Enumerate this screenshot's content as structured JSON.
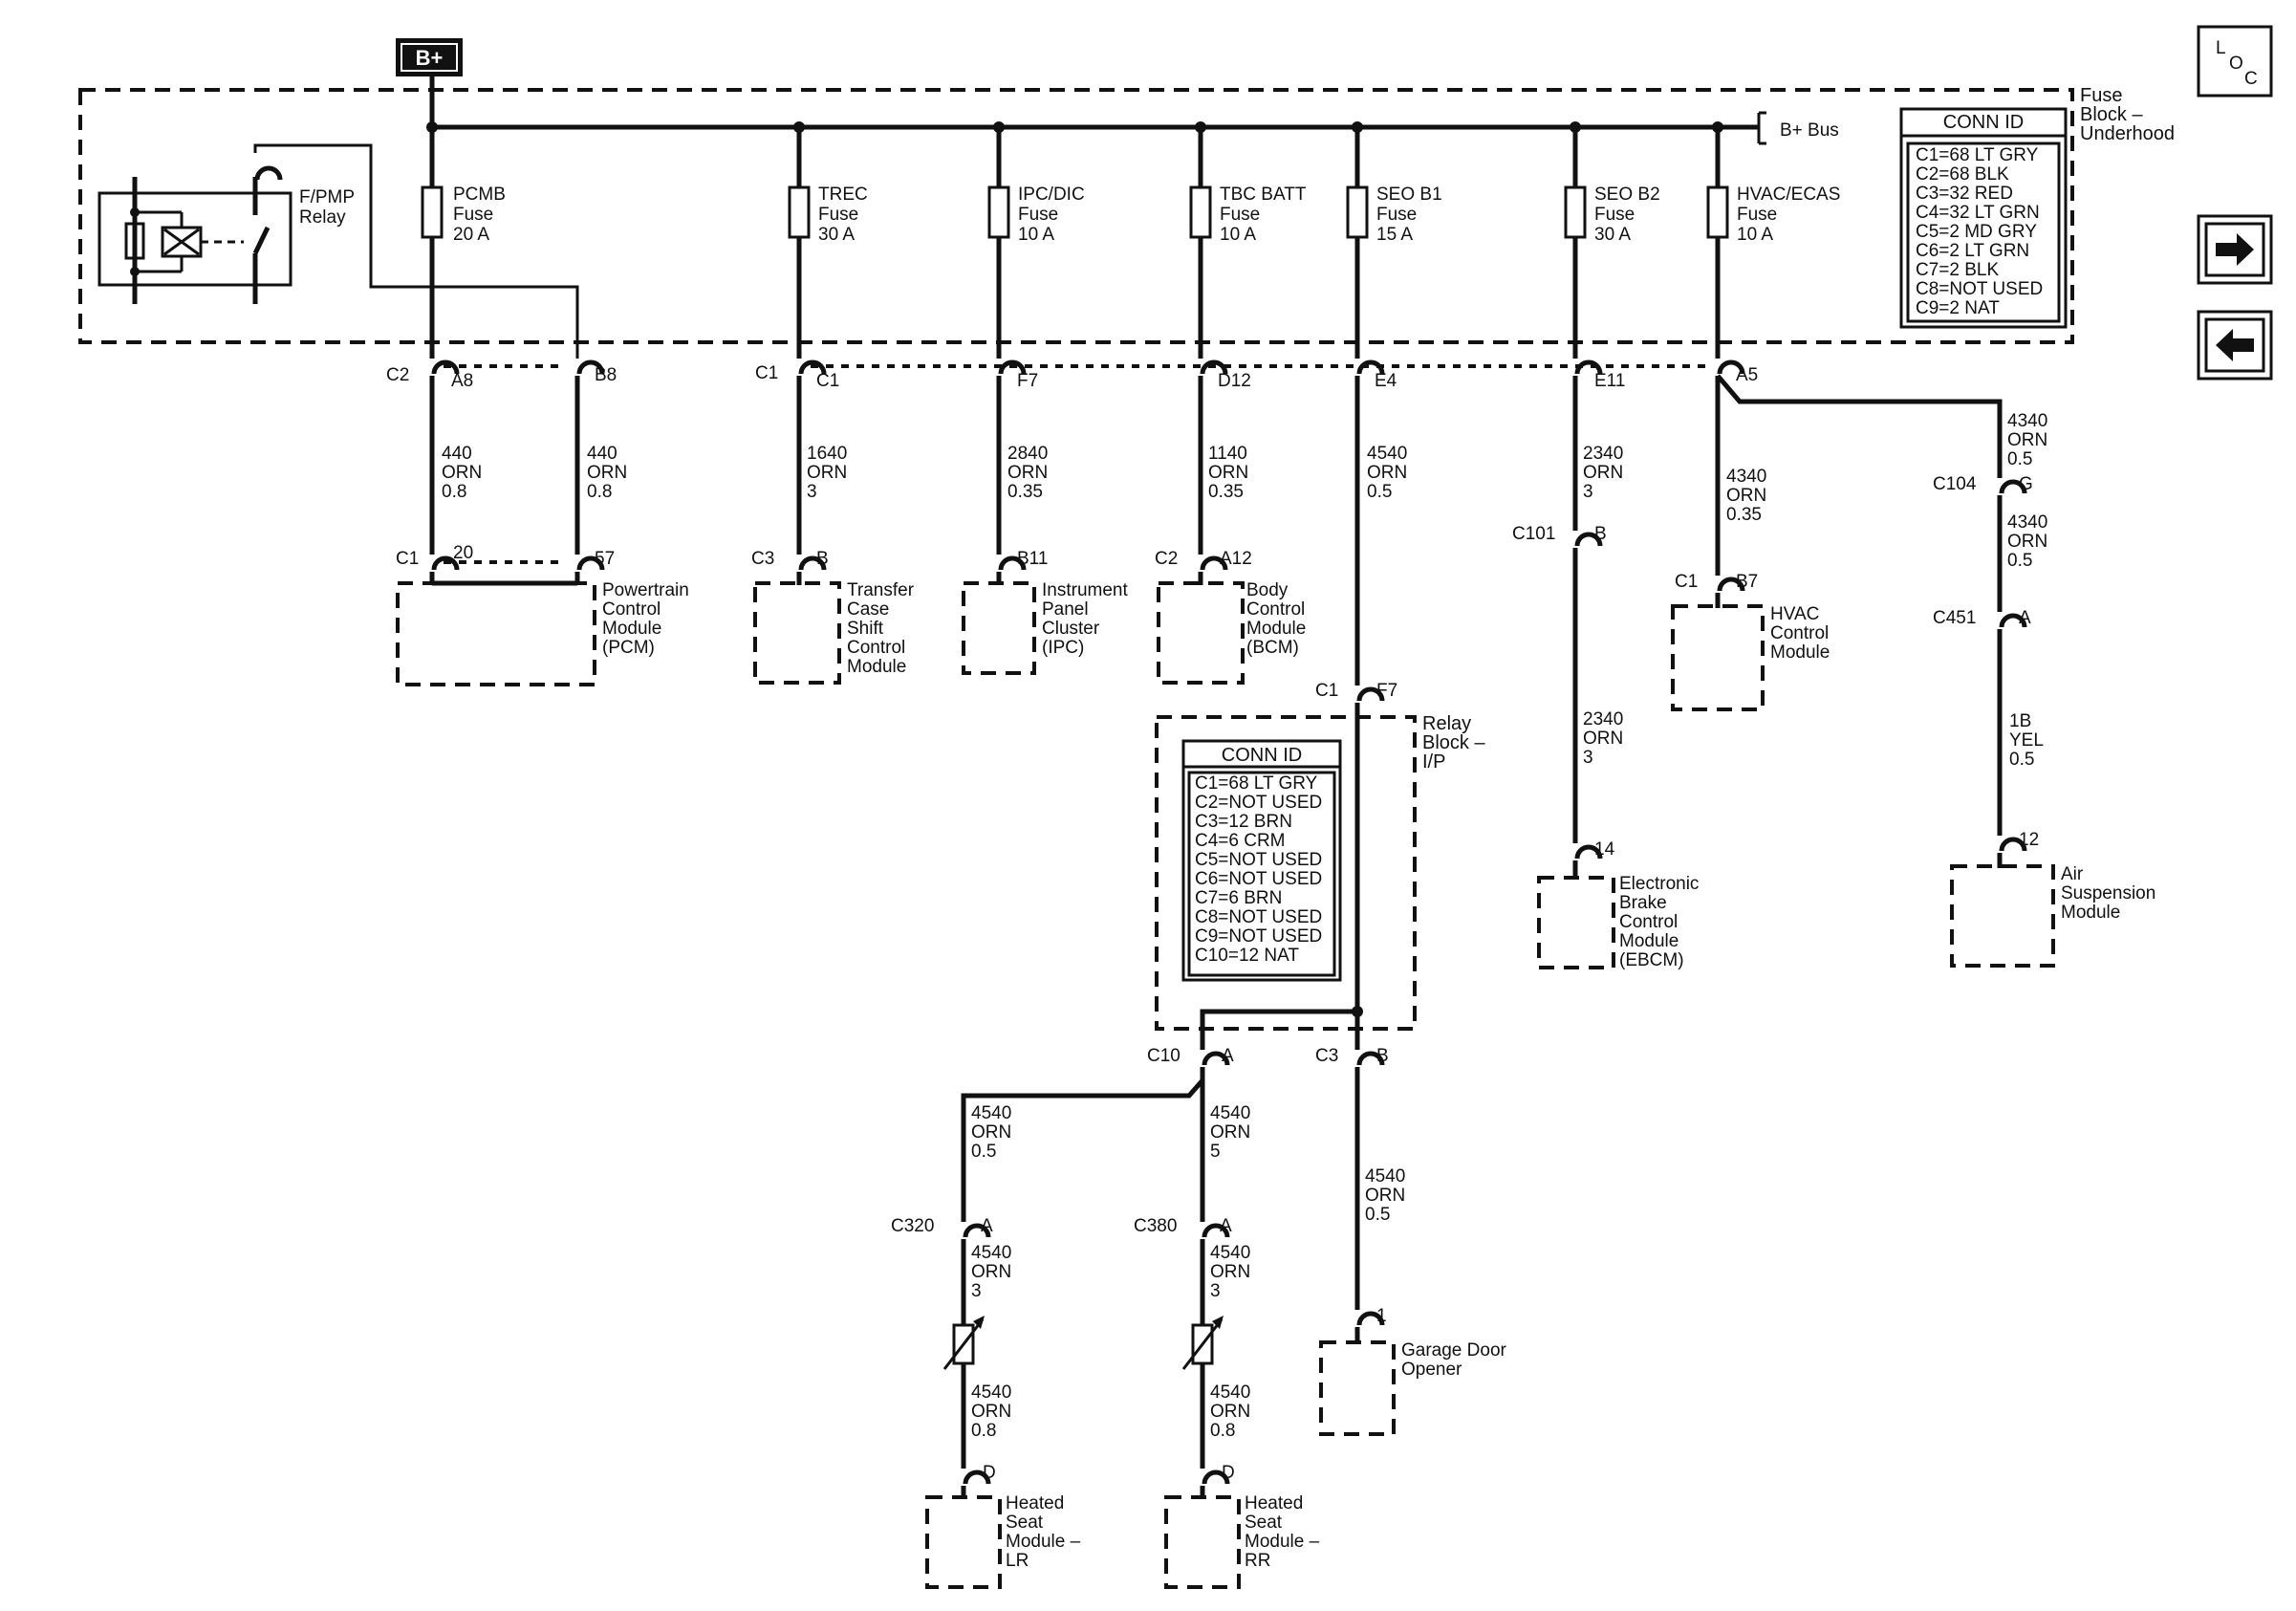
{
  "bplus": "B+",
  "bplus_bus": "B+ Bus",
  "fuse_block": {
    "line1": "Fuse",
    "line2": "Block –",
    "line3": "Underhood"
  },
  "relay": {
    "line1": "F/PMP",
    "line2": "Relay"
  },
  "fuses": [
    {
      "name": "PCMB",
      "word": "Fuse",
      "rating": "20 A"
    },
    {
      "name": "TREC",
      "word": "Fuse",
      "rating": "30 A"
    },
    {
      "name": "IPC/DIC",
      "word": "Fuse",
      "rating": "10 A"
    },
    {
      "name": "TBC BATT",
      "word": "Fuse",
      "rating": "10 A"
    },
    {
      "name": "SEO B1",
      "word": "Fuse",
      "rating": "15 A"
    },
    {
      "name": "SEO B2",
      "word": "Fuse",
      "rating": "30 A"
    },
    {
      "name": "HVAC/ECAS",
      "word": "Fuse",
      "rating": "10 A"
    }
  ],
  "conn_id_underhood": {
    "title": "CONN ID",
    "items": [
      "C1=68 LT GRY",
      "C2=68 BLK",
      "C3=32 RED",
      "C4=32 LT GRN",
      "C5=2 MD GRY",
      "C6=2 LT GRN",
      "C7=2 BLK",
      "C8=NOT USED",
      "C9=2 NAT"
    ]
  },
  "conn_id_ip": {
    "title": "CONN ID",
    "items": [
      "C1=68 LT GRY",
      "C2=NOT USED",
      "C3=12 BRN",
      "C4=6 CRM",
      "C5=NOT USED",
      "C6=NOT USED",
      "C7=6 BRN",
      "C8=NOT USED",
      "C9=NOT USED",
      "C10=12 NAT"
    ]
  },
  "relay_block_ip": {
    "line1": "Relay",
    "line2": "Block –",
    "line3": "I/P"
  },
  "top_pins": {
    "c2": "C2",
    "a8": "A8",
    "b8": "B8",
    "c1": "C1",
    "c1b": "C1",
    "f7": "F7",
    "d12": "D12",
    "e4": "E4",
    "e11": "E11",
    "a5": "A5"
  },
  "wires": [
    {
      "circuit": "440",
      "color": "ORN",
      "size": "0.8"
    },
    {
      "circuit": "440",
      "color": "ORN",
      "size": "0.8"
    },
    {
      "circuit": "1640",
      "color": "ORN",
      "size": "3"
    },
    {
      "circuit": "2840",
      "color": "ORN",
      "size": "0.35"
    },
    {
      "circuit": "1140",
      "color": "ORN",
      "size": "0.35"
    },
    {
      "circuit": "4540",
      "color": "ORN",
      "size": "0.5"
    },
    {
      "circuit": "2340",
      "color": "ORN",
      "size": "3"
    },
    {
      "circuit": "4340",
      "color": "ORN",
      "size": "0.35"
    },
    {
      "circuit": "4340",
      "color": "ORN",
      "size": "0.5"
    },
    {
      "circuit": "4340",
      "color": "ORN",
      "size": "0.5"
    },
    {
      "circuit": "1B",
      "color": "YEL",
      "size": "0.5"
    },
    {
      "circuit": "2340",
      "color": "ORN",
      "size": "3"
    },
    {
      "circuit": "4540",
      "color": "ORN",
      "size": "0.5"
    },
    {
      "circuit": "4540",
      "color": "ORN",
      "size": "5"
    },
    {
      "circuit": "4540",
      "color": "ORN",
      "size": "0.5"
    },
    {
      "circuit": "4540",
      "color": "ORN",
      "size": "3"
    },
    {
      "circuit": "4540",
      "color": "ORN",
      "size": "3"
    },
    {
      "circuit": "4540",
      "color": "ORN",
      "size": "0.8"
    },
    {
      "circuit": "4540",
      "color": "ORN",
      "size": "0.8"
    }
  ],
  "connectors": {
    "pcm_c1": "C1",
    "pcm_20": "20",
    "pcm_57": "57",
    "tcm_c3": "C3",
    "tcm_b": "B",
    "ipc_b11": "B11",
    "bcm_c2": "C2",
    "bcm_a12": "A12",
    "rb_c1": "C1",
    "rb_f7": "F7",
    "c101": "C101",
    "c101_b": "B",
    "hvac_c1": "C1",
    "hvac_b7": "B7",
    "c104": "C104",
    "c104_g": "G",
    "c451": "C451",
    "c451_a": "A",
    "ebcm_14": "14",
    "asm_12": "12",
    "c10": "C10",
    "c10_a": "A",
    "c3": "C3",
    "c3_b": "B",
    "c320": "C320",
    "c320_a": "A",
    "c380": "C380",
    "c380_a": "A",
    "lr_d": "D",
    "rr_d": "D",
    "gdo_1": "1"
  },
  "modules": {
    "pcm": [
      "Powertrain",
      "Control",
      "Module",
      "(PCM)"
    ],
    "tcm": [
      "Transfer",
      "Case",
      "Shift",
      "Control",
      "Module"
    ],
    "ipc": [
      "Instrument",
      "Panel",
      "Cluster",
      "(IPC)"
    ],
    "bcm": [
      "Body",
      "Control",
      "Module",
      "(BCM)"
    ],
    "hvac": [
      "HVAC",
      "Control",
      "Module"
    ],
    "ebcm": [
      "Electronic",
      "Brake",
      "Control",
      "Module",
      "(EBCM)"
    ],
    "asm": [
      "Air",
      "Suspension",
      "Module"
    ],
    "gdo": [
      "Garage Door",
      "Opener"
    ],
    "hs_lr": [
      "Heated",
      "Seat",
      "Module –",
      "LR"
    ],
    "hs_rr": [
      "Heated",
      "Seat",
      "Module –",
      "RR"
    ]
  },
  "loc_icon": {
    "l": "L",
    "o": "O",
    "c": "C"
  },
  "icons": {
    "loc": "loc-icon",
    "next": "arrow-right-icon",
    "prev": "arrow-left-icon",
    "bplus": "battery-positive-icon"
  }
}
